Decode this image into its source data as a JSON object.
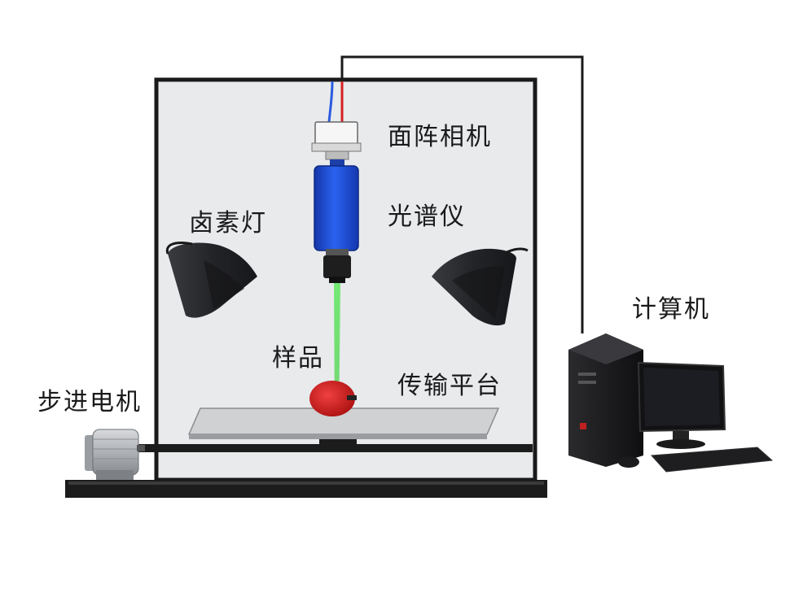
{
  "labels": {
    "area_camera": "面阵相机",
    "spectrometer": "光谱仪",
    "halogen_lamp": "卤素灯",
    "computer": "计算机",
    "sample": "样品",
    "conveyor_platform": "传输平台",
    "stepper_motor": "步进电机"
  },
  "colors": {
    "chamber_fill": "#e8eaec",
    "frame_stroke": "#1a1a1a",
    "spectrometer_blue": "#1d4fd8",
    "light_beam": "#5ee05e",
    "sample_red": "#d41a1a",
    "lamp_dark": "#2a2b2e",
    "platform_gray": "#c9cbcd",
    "base_black": "#1c1c1c"
  },
  "icons": [
    "camera-icon",
    "spectrometer-icon",
    "halogen-lamp-icon",
    "sample-icon",
    "conveyor-platform-icon",
    "stepper-motor-icon",
    "computer-icon"
  ]
}
